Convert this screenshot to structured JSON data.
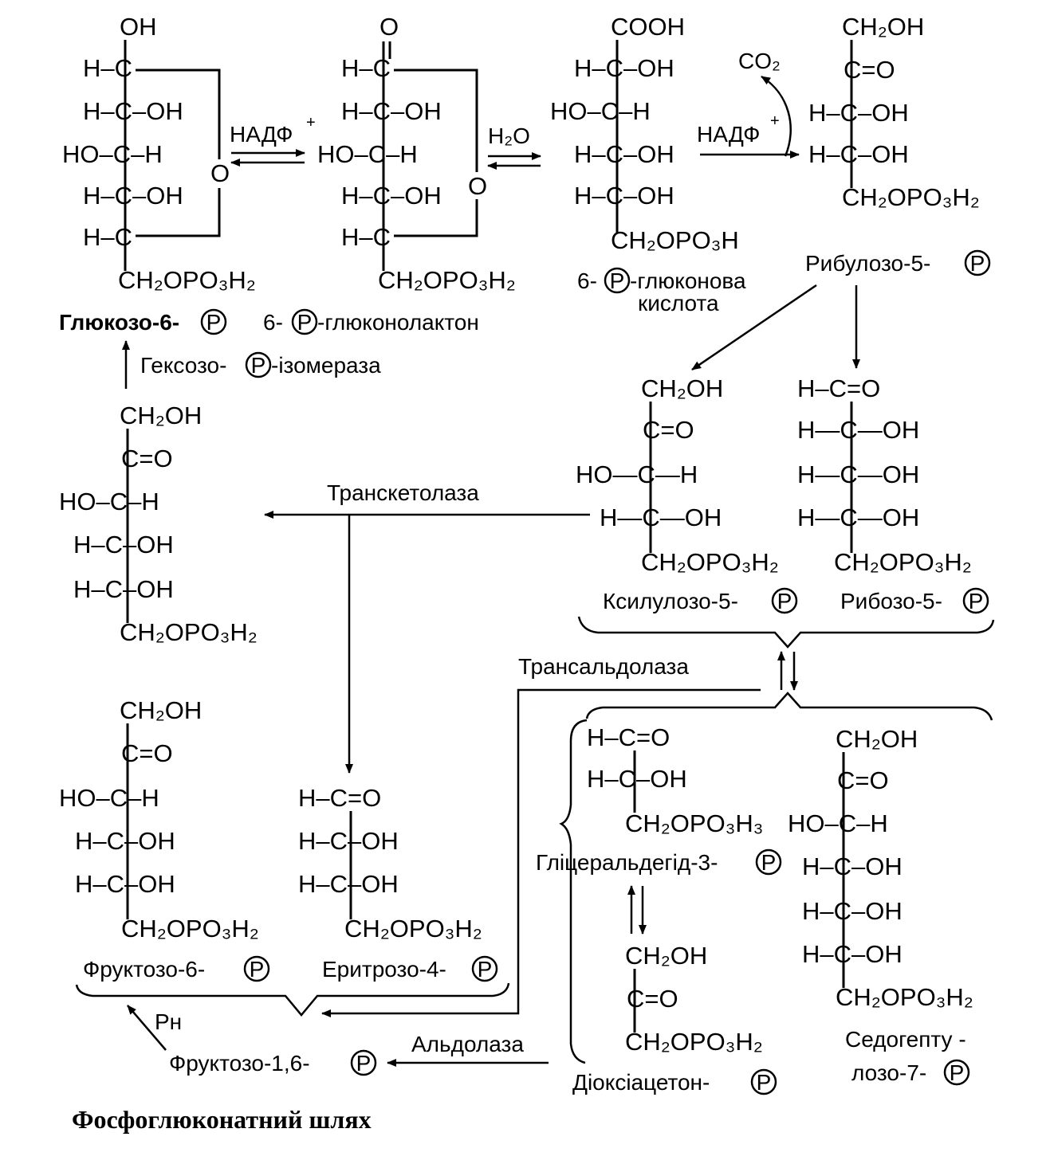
{
  "title": "Фосфоглюконатний шлях",
  "compounds": {
    "glucose6p": {
      "rows": [
        "OH",
        "H–C",
        "H–C–OH",
        "HO–C–H",
        "H–C–OH",
        "H–C",
        "CH₂OPO₃H₂"
      ],
      "ring_o": "O",
      "label": "Глюкозо-6-"
    },
    "gluconolactone": {
      "rows": [
        "O",
        "H–C",
        "H–C–OH",
        "HO–C–H",
        "H–C–OH",
        "H–C",
        "CH₂OPO₃H₂"
      ],
      "ring_o": "O",
      "label_prefix": "6-",
      "label": "-глюконолактон"
    },
    "gluconic": {
      "rows": [
        "COOH",
        "H–C–OH",
        "HO–C–H",
        "H–C–OH",
        "H–C–OH",
        "CH₂OPO₃H"
      ],
      "label_prefix": "6-",
      "label_line1": "-глюконова",
      "label_line2": "кислота"
    },
    "ribulose5p": {
      "rows": [
        "CH₂OH",
        "C=O",
        "H–C–OH",
        "H–C–OH",
        "CH₂OPO₃H₂"
      ],
      "label": "Рибулозо-5-"
    },
    "xylulose5p": {
      "rows": [
        "CH₂OH",
        "C=O",
        "HO—C—H",
        "H—C—OH",
        "CH₂OPO₃H₂"
      ],
      "label": "Ксилулозо-5-"
    },
    "ribose5p": {
      "rows": [
        "H–C=O",
        "H—C—OH",
        "H—C—OH",
        "H—C—OH",
        "CH₂OPO₃H₂"
      ],
      "label": "Рибозо-5-"
    },
    "fructose6p_top": {
      "rows": [
        "CH₂OH",
        "C=O",
        "HO–C–H",
        "H–C–OH",
        "H–C–OH",
        "CH₂OPO₃H₂"
      ]
    },
    "fructose6p": {
      "rows": [
        "CH₂OH",
        "C=O",
        "HO–C–H",
        "H–C–OH",
        "H–C–OH",
        "CH₂OPO₃H₂"
      ],
      "label": "Фруктозо-6-"
    },
    "erythrose4p": {
      "rows": [
        "H–C=O",
        "H–C–OH",
        "H–C–OH",
        "CH₂OPO₃H₂"
      ],
      "label": "Еритрозо-4-"
    },
    "glyceraldehyde3p": {
      "rows": [
        "H–C=O",
        "H–C–OH",
        "CH₂OPO₃H₃"
      ],
      "label": "Гліцеральдегід-3-"
    },
    "dihydroxyacetone": {
      "rows": [
        "CH₂OH",
        "C=O",
        "CH₂OPO₃H₂"
      ],
      "label": "Діоксіацетон-"
    },
    "sedoheptulose7p": {
      "rows": [
        "CH₂OH",
        "C=O",
        "HO–C–H",
        "H–C–OH",
        "H–C–OH",
        "H–C–OH",
        "CH₂OPO₃H₂"
      ],
      "label_line1": "Седогепту -",
      "label_line2": "лозо-7-"
    },
    "fructose16p": {
      "label": "Фруктозо-1,6-"
    }
  },
  "phosphate_symbol": "P",
  "reagents": {
    "nadp1": "НАДФ",
    "nadp1_sup": "+",
    "water": "H₂O",
    "nadp2": "НАДФ",
    "nadp2_sup": "+",
    "co2": "CO₂",
    "pn": "Pн"
  },
  "enzymes": {
    "isomerase_prefix": "Гексозо-",
    "isomerase_suffix": "-ізомераза",
    "transketolase": "Транскетолаза",
    "transaldolase": "Трансальдолаза",
    "aldolase": "Альдолаза"
  }
}
